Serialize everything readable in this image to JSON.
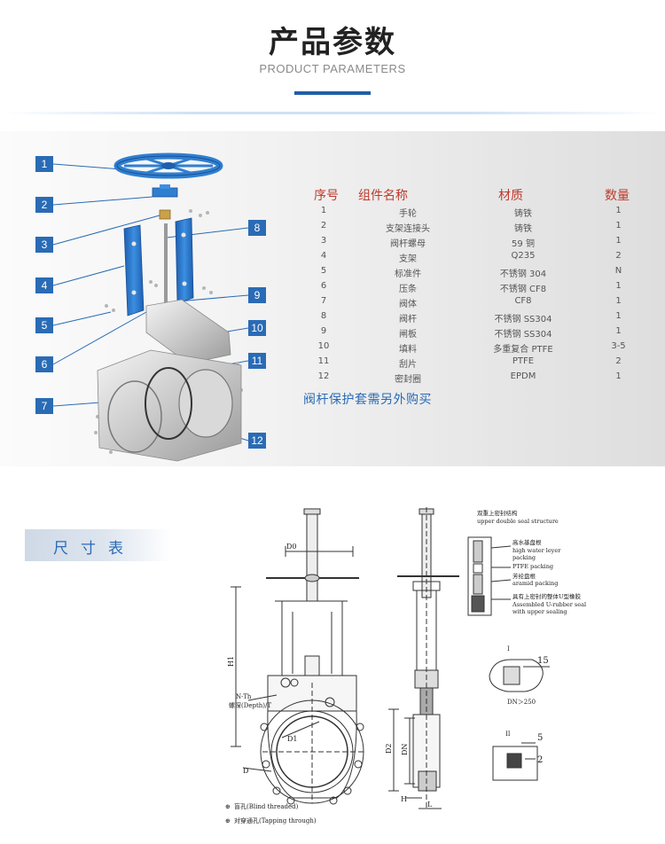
{
  "header": {
    "title": "产品参数",
    "subtitle": "PRODUCT PARAMETERS"
  },
  "colors": {
    "accent_blue": "#2a6bb5",
    "header_red": "#c0392b",
    "valve_blue": "#2f7fd0"
  },
  "callouts": [
    "1",
    "2",
    "3",
    "4",
    "5",
    "6",
    "7",
    "8",
    "9",
    "10",
    "11",
    "12"
  ],
  "parts_table": {
    "headers": [
      "序号",
      "组件名称",
      "材质",
      "数量"
    ],
    "rows": [
      {
        "no": "1",
        "name": "手轮",
        "material": "铸铁",
        "qty": "1"
      },
      {
        "no": "2",
        "name": "支架连接头",
        "material": "铸铁",
        "qty": "1"
      },
      {
        "no": "3",
        "name": "阀杆螺母",
        "material": "59 铜",
        "qty": "1"
      },
      {
        "no": "4",
        "name": "支架",
        "material": "Q235",
        "qty": "2"
      },
      {
        "no": "5",
        "name": "标准件",
        "material": "不锈钢 304",
        "qty": "N"
      },
      {
        "no": "6",
        "name": "压条",
        "material": "不锈钢 CF8",
        "qty": "1"
      },
      {
        "no": "7",
        "name": "阀体",
        "material": "CF8",
        "qty": "1"
      },
      {
        "no": "8",
        "name": "阀杆",
        "material": "不锈钢 SS304",
        "qty": "1"
      },
      {
        "no": "9",
        "name": "闸板",
        "material": "不锈钢 SS304",
        "qty": "1"
      },
      {
        "no": "10",
        "name": "填料",
        "material": "多重复合 PTFE",
        "qty": "3-5"
      },
      {
        "no": "11",
        "name": "刮片",
        "material": "PTFE",
        "qty": "2"
      },
      {
        "no": "12",
        "name": "密封圈",
        "material": "EPDM",
        "qty": "1"
      }
    ],
    "note": "阀杆保护套需另外购买"
  },
  "dimension_tag": "尺寸表",
  "drawing": {
    "labels": {
      "d0": "D0",
      "h1": "H1",
      "nth": "N-Th",
      "depth": "螺深(Depth)/T",
      "d1": "D1",
      "d": "D",
      "d2": "D2",
      "dn": "DN",
      "h": "H",
      "l": "L",
      "section_i": "I",
      "section_ii": "II",
      "dim_15": "15",
      "dim_5": "5",
      "dim_2": "2",
      "dn_note": "DN＞250",
      "legend_blind": "盲孔(Blind threaded)",
      "legend_tap": "对穿通孔(Tapping through)"
    },
    "seal_notes": {
      "title_cn": "双重上密封结构",
      "title_en": "upper double seal structure",
      "n1_cn": "高水基盘根",
      "n1_en1": "high water leyer",
      "n1_en2": "packing",
      "n2_en": "PTFE packing",
      "n3_cn": "芳纶盘根",
      "n3_en": "aramid packing",
      "n4_cn": "具有上密封的整体U型橡胶",
      "n4_en1": "Assembled U-rubber seal",
      "n4_en2": "with upper sealing"
    }
  }
}
